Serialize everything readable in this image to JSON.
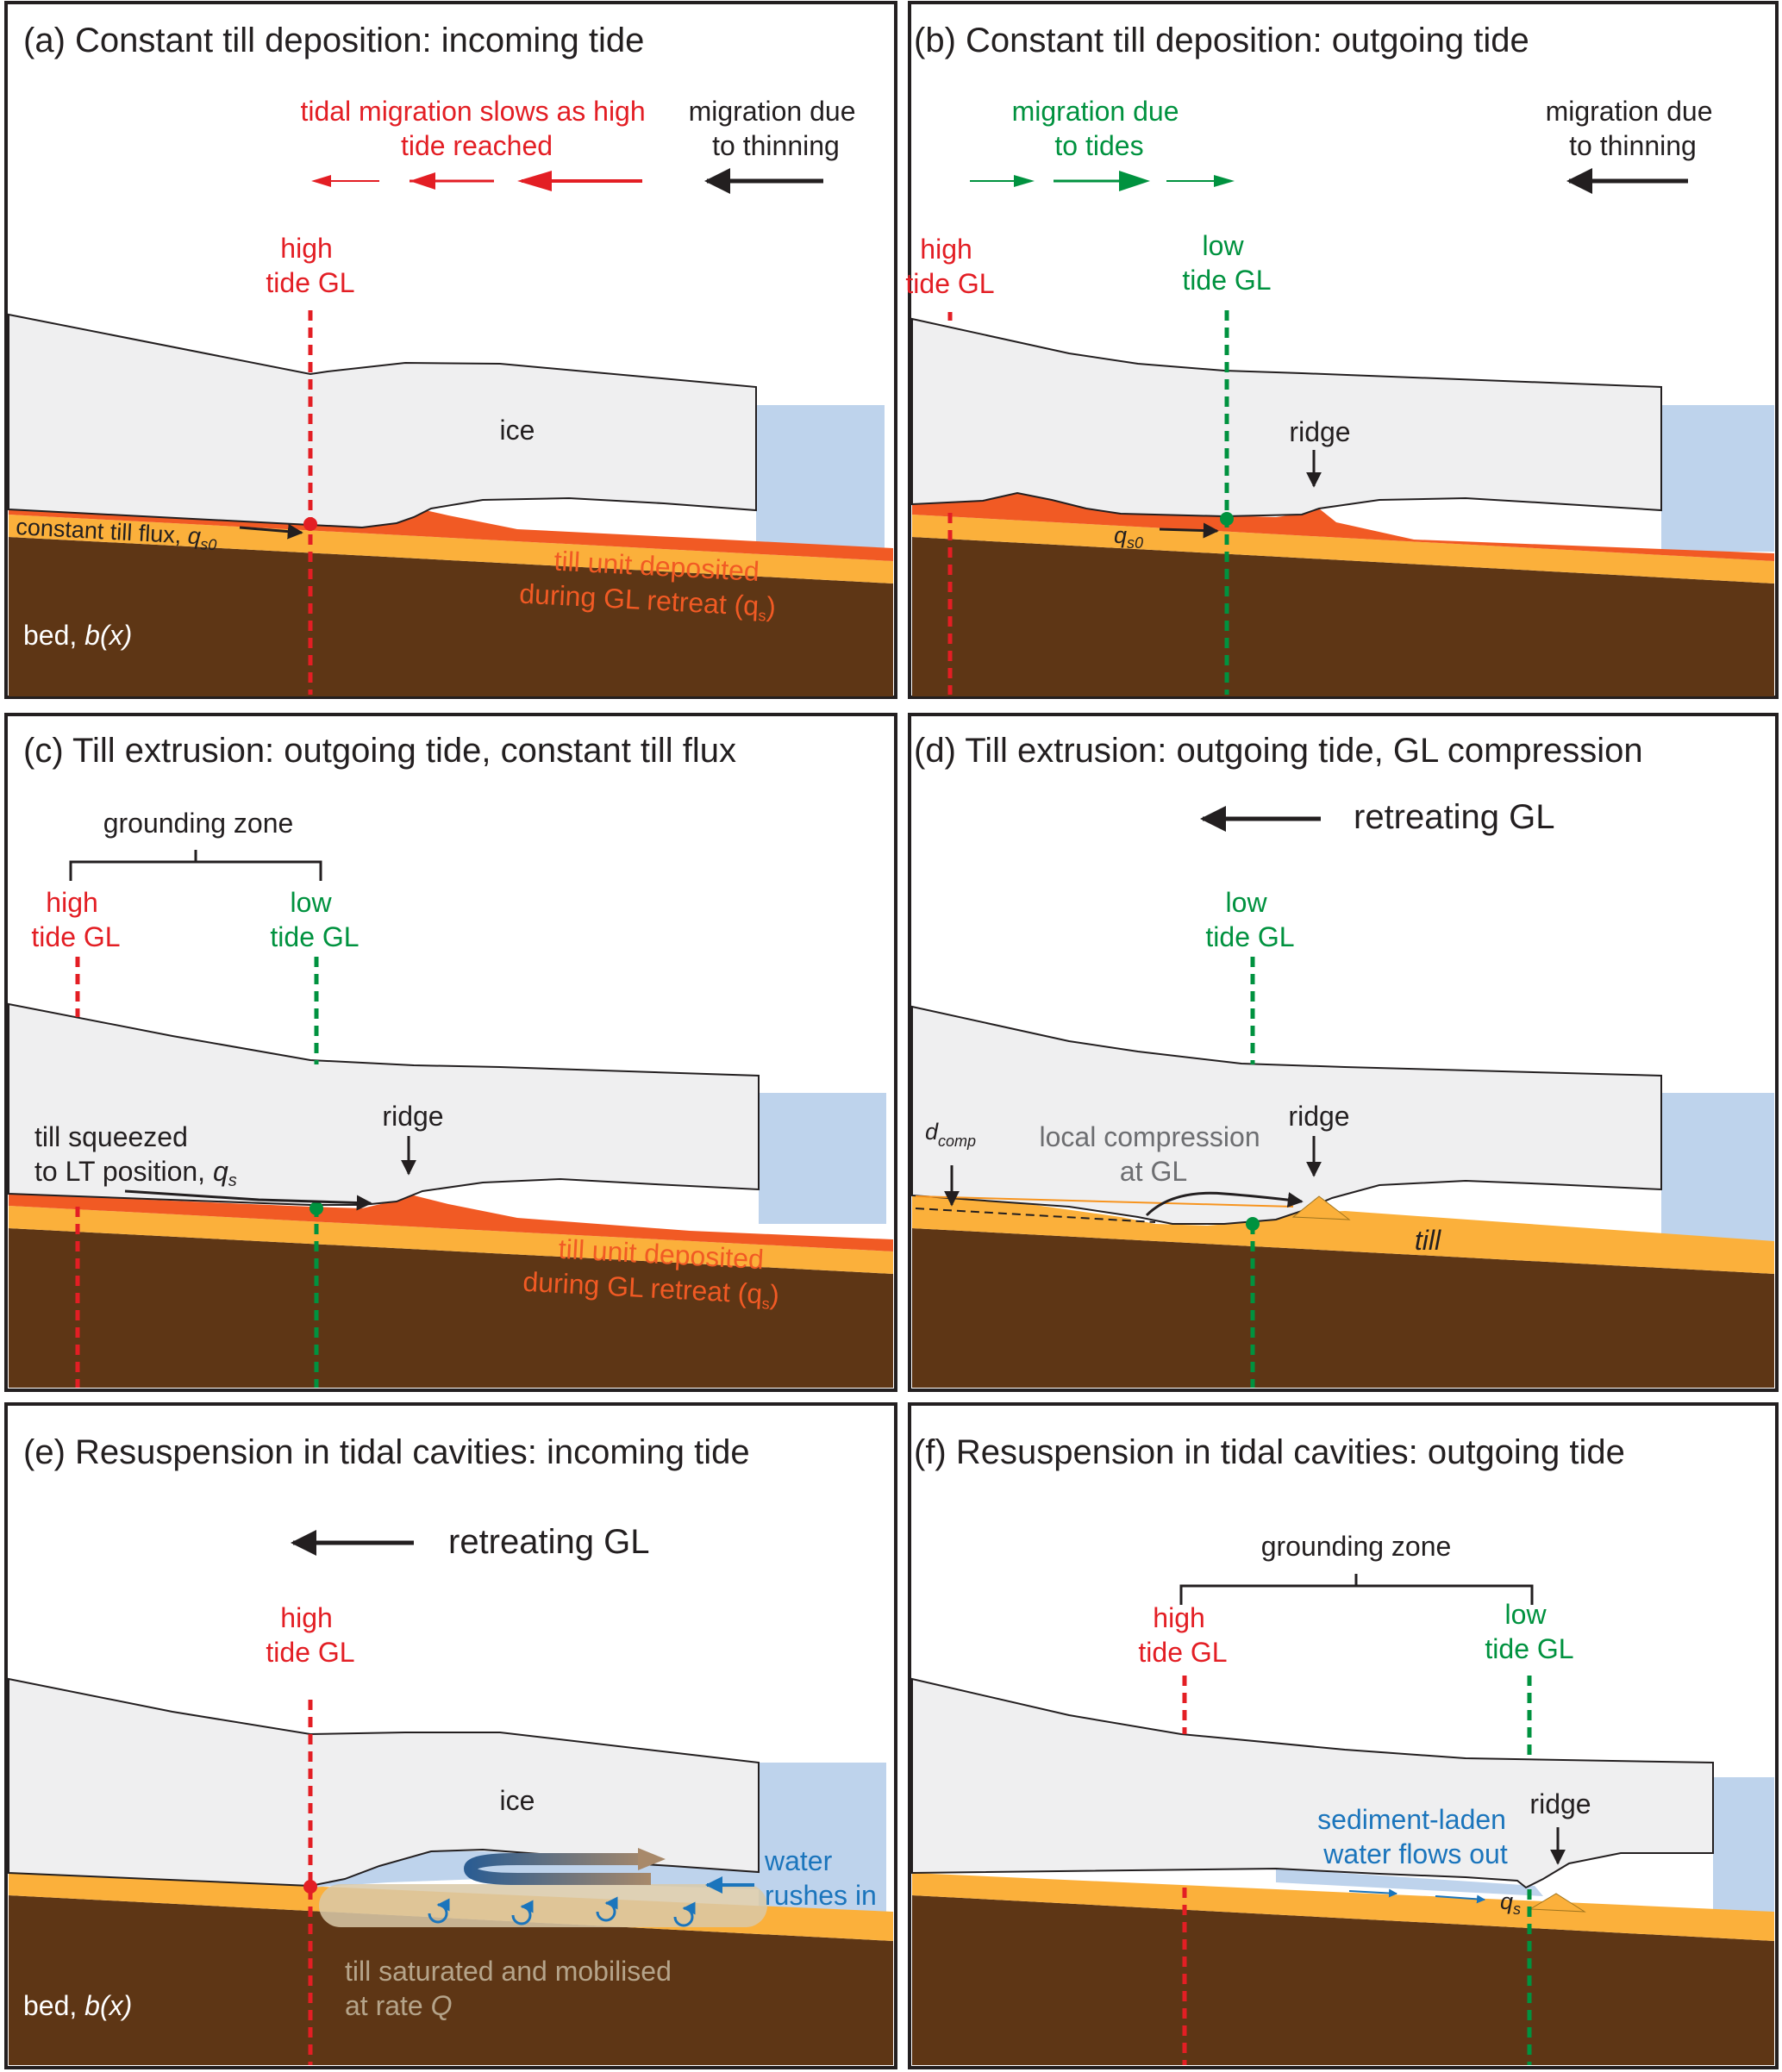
{
  "colors": {
    "ice": "#efeff0",
    "water": "#bed3ec",
    "bed": "#5e3615",
    "till": "#fbb03b",
    "till_unit": "#f15a24",
    "high_tide": "#e31e24",
    "low_tide": "#00923f",
    "flow_text": "#1b75bc"
  },
  "panels": {
    "a": {
      "title": "(a) Constant till deposition: incoming tide",
      "migration_thinning": [
        "migration due",
        "to thinning"
      ],
      "tidal_migration": [
        "tidal migration slows as high",
        "tide reached"
      ],
      "high_tide_gl": [
        "high",
        "tide GL"
      ],
      "ice": "ice",
      "flux_label": "constant till flux, ",
      "flux_symbol": "q",
      "flux_sub": "s0",
      "unit_label": [
        "till unit deposited",
        "during GL retreat (q"
      ],
      "unit_sub": "s",
      "unit_close": ")",
      "bed_label": "bed, ",
      "bed_symbol": "b(x)"
    },
    "b": {
      "title": "(b) Constant till deposition: outgoing tide",
      "migration_tides": [
        "migration due",
        "to tides"
      ],
      "migration_thinning": [
        "migration due",
        "to thinning"
      ],
      "high_tide_gl": [
        "high",
        "tide GL"
      ],
      "low_tide_gl": [
        "low",
        "tide GL"
      ],
      "ridge": "ridge",
      "flux_symbol": "q",
      "flux_sub": "s0"
    },
    "c": {
      "title": "(c) Till extrusion: outgoing tide, constant till flux",
      "grounding_zone": "grounding zone",
      "high_tide_gl": [
        "high",
        "tide GL"
      ],
      "low_tide_gl": [
        "low",
        "tide GL"
      ],
      "squeezed": [
        "till squeezed",
        "to LT position, "
      ],
      "squeezed_symbol": "q",
      "squeezed_sub": "s",
      "ridge": "ridge",
      "unit_label": [
        "till unit deposited",
        "during GL retreat (q"
      ],
      "unit_sub": "s",
      "unit_close": ")"
    },
    "d": {
      "title": "(d) Till extrusion: outgoing tide, GL compression",
      "retreating": "retreating GL",
      "low_tide_gl": [
        "low",
        "tide GL"
      ],
      "dcomp_symbol": "d",
      "dcomp_sub": "comp",
      "local_compression": [
        "local compression",
        "at GL"
      ],
      "ridge": "ridge",
      "till": "till"
    },
    "e": {
      "title": "(e) Resuspension in tidal cavities: incoming tide",
      "retreating": "retreating GL",
      "high_tide_gl": [
        "high",
        "tide GL"
      ],
      "ice": "ice",
      "water_rushes": [
        "water",
        "rushes in"
      ],
      "saturated": [
        "till saturated and mobilised",
        "at rate "
      ],
      "rate_symbol": "Q",
      "bed_label": "bed, ",
      "bed_symbol": "b(x)"
    },
    "f": {
      "title": "(f) Resuspension in tidal cavities: outgoing tide",
      "grounding_zone": "grounding zone",
      "high_tide_gl": [
        "high",
        "tide GL"
      ],
      "low_tide_gl": [
        "low",
        "tide GL"
      ],
      "sediment": [
        "sediment-laden",
        "water flows out"
      ],
      "flux_symbol": "q",
      "flux_sub": "s",
      "ridge": "ridge"
    }
  }
}
